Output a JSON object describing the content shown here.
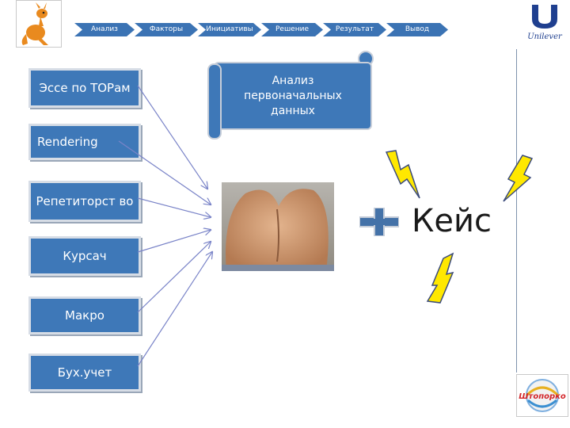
{
  "header": {
    "steps": [
      "Анализ",
      "Факторы",
      "Инициативы",
      "Решение",
      "Результат",
      "Вывод"
    ]
  },
  "sources": [
    "Эссе по TOPам",
    "Rendering",
    "Репетиторст во",
    "Курсач",
    "Макро",
    "Бух.учет"
  ],
  "scroll_text": "Анализ первоначальных данных",
  "keis_label": "Кейс",
  "logos": {
    "unilever": "Unilever",
    "brand": "Штопорко"
  },
  "colors": {
    "step_blue": "#3b73b4",
    "box_blue": "#3e78b8",
    "arrow": "#7a84c8",
    "bolt": "#ffe800"
  }
}
